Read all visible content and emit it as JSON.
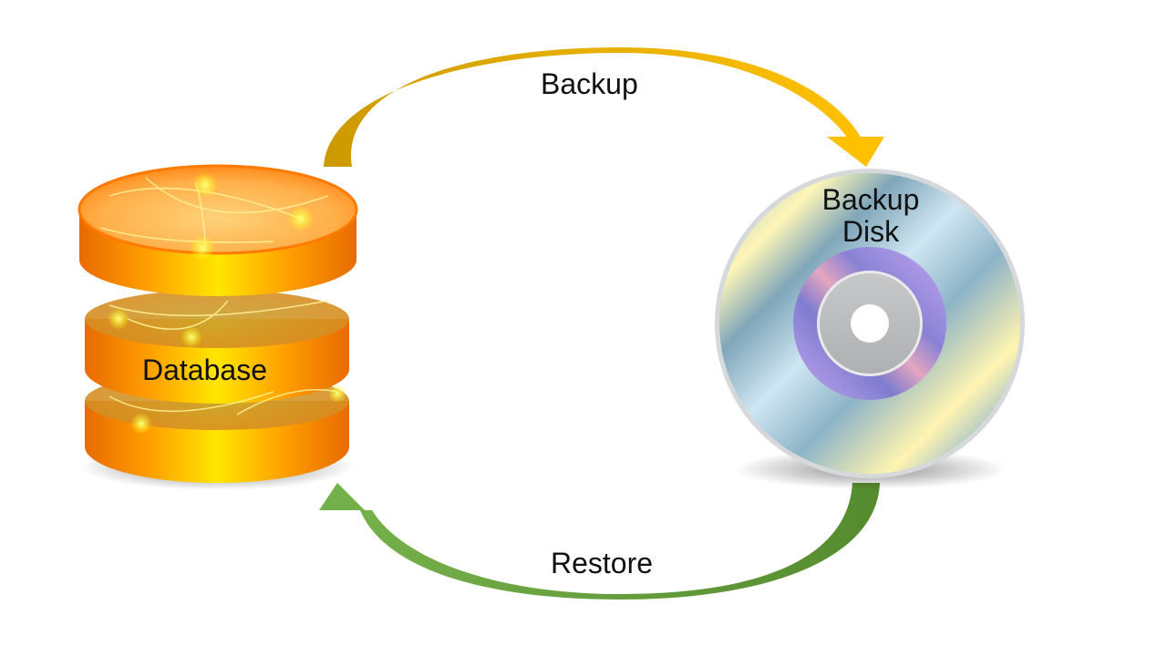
{
  "diagram": {
    "type": "backup-restore-cycle",
    "nodes": [
      {
        "id": "database",
        "label": "Database",
        "icon": "database-cylinder-icon"
      },
      {
        "id": "backup_disk",
        "label_line1": "Backup",
        "label_line2": "Disk",
        "icon": "optical-disc-icon"
      }
    ],
    "edges": [
      {
        "from": "database",
        "to": "backup_disk",
        "label": "Backup",
        "color_start": "#CC9900",
        "color_end": "#FFC000"
      },
      {
        "from": "backup_disk",
        "to": "database",
        "label": "Restore",
        "color_start": "#5B8C3A",
        "color_end": "#70AD47"
      }
    ]
  },
  "labels": {
    "backup_arrow": "Backup",
    "restore_arrow": "Restore",
    "database": "Database",
    "disk_line1": "Backup",
    "disk_line2": "Disk"
  },
  "colors": {
    "db_orange": "#FF8C00",
    "db_yellow": "#FFE000",
    "disc_blue": "#A9C9DA",
    "disc_purple": "#9B8FE0",
    "disc_hub": "#BFC1C3"
  }
}
